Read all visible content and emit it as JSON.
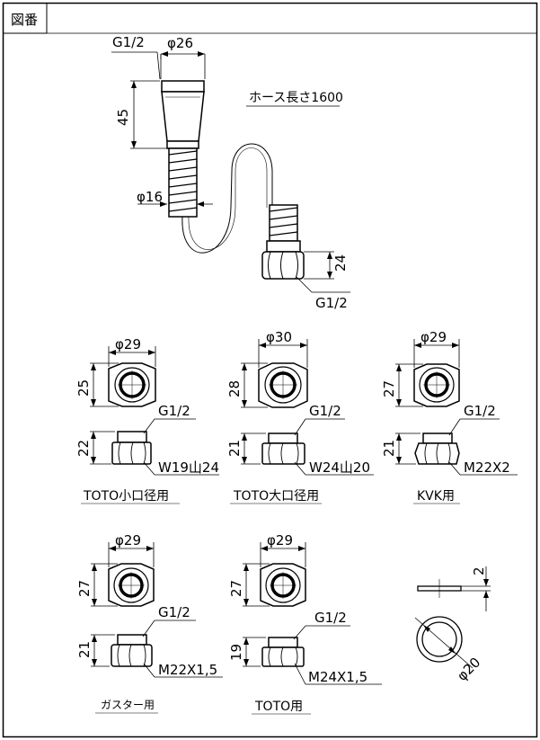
{
  "header": {
    "label": "図番"
  },
  "hose": {
    "length_label": "ホース長さ1600",
    "top_thread": "G1/2",
    "top_diameter": "φ26",
    "top_height": "45",
    "hose_diameter": "φ16",
    "bottom_nut_height": "24",
    "bottom_thread": "G1/2"
  },
  "adapters": [
    {
      "top_diameter": "φ29",
      "top_height": "25",
      "thread": "G1/2",
      "side_height": "22",
      "bottom_thread": "W19山24",
      "caption": "TOTO小口径用"
    },
    {
      "top_diameter": "φ30",
      "top_height": "28",
      "thread": "G1/2",
      "side_height": "21",
      "bottom_thread": "W24山20",
      "caption": "TOTO大口径用"
    },
    {
      "top_diameter": "φ29",
      "top_height": "27",
      "thread": "G1/2",
      "side_height": "21",
      "bottom_thread": "M22X2",
      "caption": "KVK用"
    },
    {
      "top_diameter": "φ29",
      "top_height": "27",
      "thread": "G1/2",
      "side_height": "21",
      "bottom_thread": "M22X1,5",
      "caption": "ガスター用"
    },
    {
      "top_diameter": "φ29",
      "top_height": "27",
      "thread": "G1/2",
      "side_height": "19",
      "bottom_thread": "M24X1,5",
      "caption": "TOTO用"
    }
  ],
  "washer": {
    "thickness": "2",
    "diameter": "φ20"
  }
}
